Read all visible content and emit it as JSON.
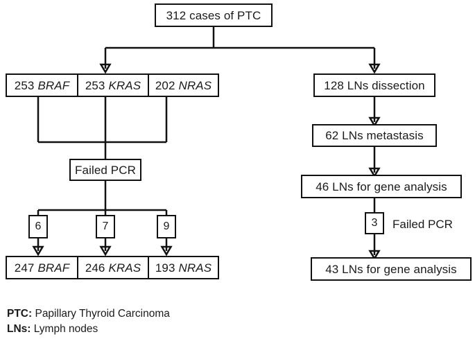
{
  "diagram": {
    "title_box": {
      "label": "312  cases of PTC"
    },
    "left_branch": {
      "gene_row_top": [
        {
          "count": "253",
          "gene": "BRAF"
        },
        {
          "count": "253",
          "gene": "KRAS"
        },
        {
          "count": "202",
          "gene": "NRAS"
        }
      ],
      "failed_pcr_box": {
        "label": "Failed PCR"
      },
      "failure_counts": [
        {
          "value": "6"
        },
        {
          "value": "7"
        },
        {
          "value": "9"
        }
      ],
      "gene_row_bottom": [
        {
          "count": "247",
          "gene": "BRAF"
        },
        {
          "count": "246",
          "gene": "KRAS"
        },
        {
          "count": "193",
          "gene": "NRAS"
        }
      ]
    },
    "right_branch": {
      "dissection_box": {
        "label": "128 LNs dissection"
      },
      "metastasis_box": {
        "label": "62 LNs metastasis"
      },
      "gene_analysis_box": {
        "label": "46 LNs for gene analysis"
      },
      "failed_pcr_count": {
        "value": "3"
      },
      "failed_pcr_label": "Failed PCR",
      "final_box": {
        "label": "43 LNs for gene analysis"
      }
    }
  },
  "legend": {
    "entries": [
      {
        "abbr": "PTC:",
        "expansion": " Papillary Thyroid Carcinoma"
      },
      {
        "abbr": "LNs:",
        "expansion": " Lymph nodes"
      }
    ]
  },
  "colors": {
    "stroke": "#111111",
    "background": "#ffffff",
    "text": "#1a1a1a"
  }
}
